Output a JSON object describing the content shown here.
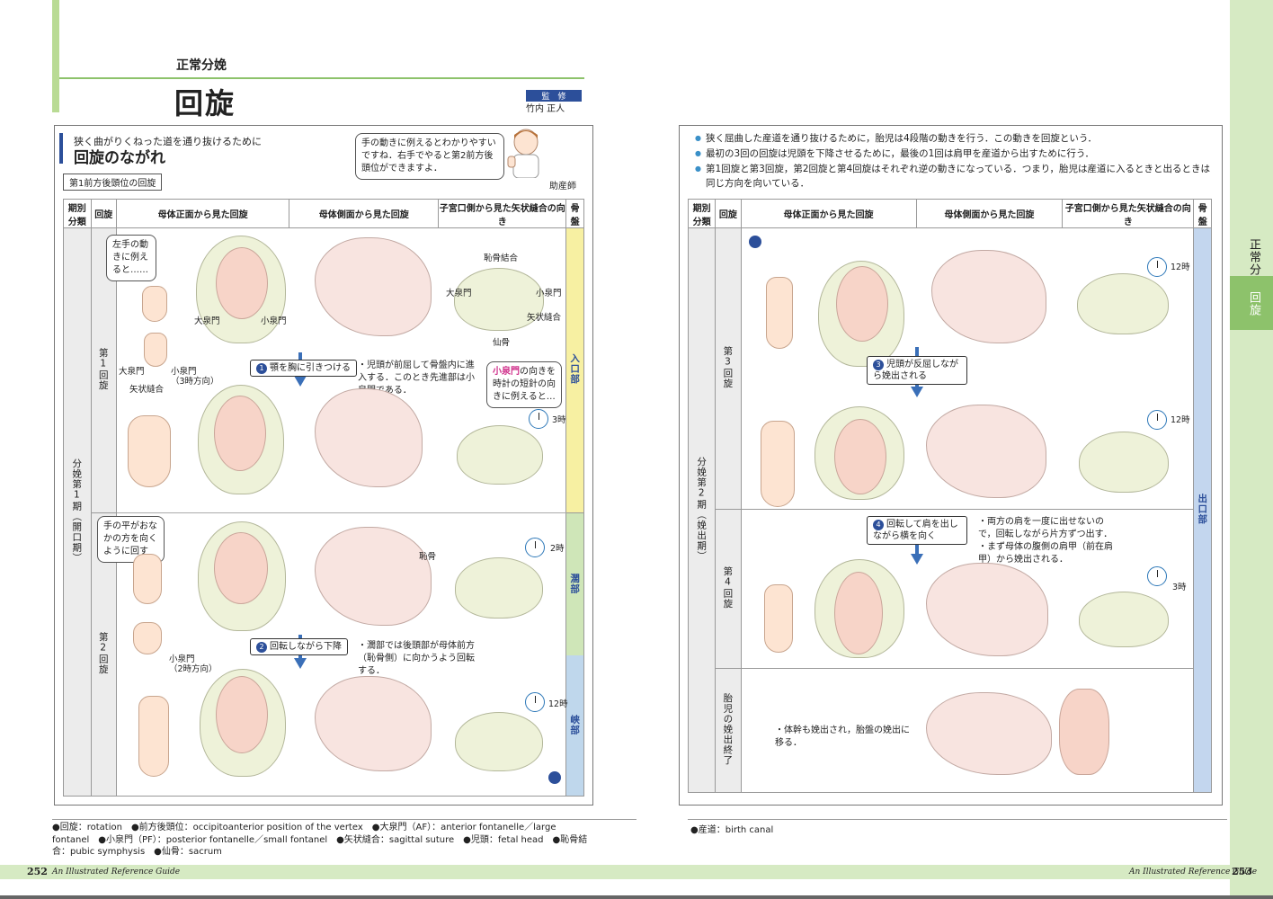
{
  "header": {
    "section_title": "正常分娩",
    "main_title": "回旋",
    "supervisor_label": "監　修",
    "supervisor_name": "竹内 正人"
  },
  "side_tabs": [
    "正常分娩",
    "回旋"
  ],
  "left_page": {
    "subhead": "狭く曲がりくねった道を通り抜けるために",
    "subhead_main": "回旋のながれ",
    "nurse_bubble": "手の動きに例えるとわかりやすいですね．右手でやると第2前方後頭位ができますよ．",
    "nurse_label": "助産師",
    "badge": "第1前方後頭位の回旋",
    "headers": [
      "期別分類",
      "回旋",
      "母体正面から見た回旋",
      "母体側面から見た回旋",
      "子宮口側から見た矢状縫合の向き",
      "骨盤"
    ],
    "period_label": "分娩第1期（開口期）",
    "rot1": "第1回旋",
    "rot2": "第2回旋",
    "pelvis_labels": [
      "入口部",
      "濶部",
      "峡部"
    ],
    "bubble1": "左手の動きに例えると……",
    "bubble2": "手の平がおなかの方を向くように回す",
    "bubble3_colored": "小泉門",
    "bubble3_rest": "の向きを時計の短針の向きに例えると…",
    "step1": "顎を胸に引きつける",
    "step2": "回転しながら下降",
    "note1": "・児頭が前屈して骨盤内に進入する．このとき先進部は小泉門である．",
    "note2": "・濶部では後頭部が母体前方（恥骨側）に向かうよう回転する．",
    "labels": {
      "daisenmon": "大泉門",
      "shosenmon": "小泉門",
      "chikotsu": "恥骨結合",
      "shijo": "矢状縫合",
      "senkotsu": "仙骨",
      "shosenmon3": "小泉門\n（3時方向）",
      "shijo2": "矢状縫合",
      "shosenmon2": "小泉門\n（2時方向）",
      "chikotsu2": "恥骨"
    },
    "clock_labels": [
      "3時",
      "2時",
      "12時"
    ]
  },
  "right_page": {
    "bullets": [
      "狭く屈曲した産道を通り抜けるために，胎児は4段階の動きを行う．この動きを回旋という．",
      "最初の3回の回旋は児頭を下降させるために，最後の1回は肩甲を産道から出すために行う．",
      "第1回旋と第3回旋，第2回旋と第4回旋はそれぞれ逆の動きになっている．つまり，胎児は産道に入るときと出るときは同じ方向を向いている．"
    ],
    "headers": [
      "期別分類",
      "回旋",
      "母体正面から見た回旋",
      "母体側面から見た回旋",
      "子宮口側から見た矢状縫合の向き",
      "骨盤"
    ],
    "period_label": "分娩第2期（娩出期）",
    "rot3": "第3回旋",
    "rot4": "第4回旋",
    "end_label": "胎児の娩出終了",
    "pelvis_label": "出口部",
    "step3": "児頭が反屈しながら娩出される",
    "step4": "回転して肩を出しながら横を向く",
    "note4": "・両方の肩を一度に出せないので，回転しながら片方ずつ出す．\n・まず母体の腹側の肩甲（前在肩甲）から娩出される．",
    "note_end": "・体幹も娩出され，胎盤の娩出に移る．",
    "clock_labels": [
      "12時",
      "12時",
      "3時"
    ]
  },
  "footer": {
    "gloss_left": "●回旋：rotation　●前方後頭位：occipitoanterior position of the vertex　●大泉門（AF）：anterior fontanelle／large fontanel　●小泉門（PF）：posterior fontanelle／small fontanel　●矢状縫合：sagittal suture　●児頭：fetal head　●恥骨結合：pubic symphysis　●仙骨：sacrum",
    "gloss_right": "●産道：birth canal",
    "page_left": "252",
    "page_right": "253",
    "guide_text": "An Illustrated Reference Guide"
  }
}
